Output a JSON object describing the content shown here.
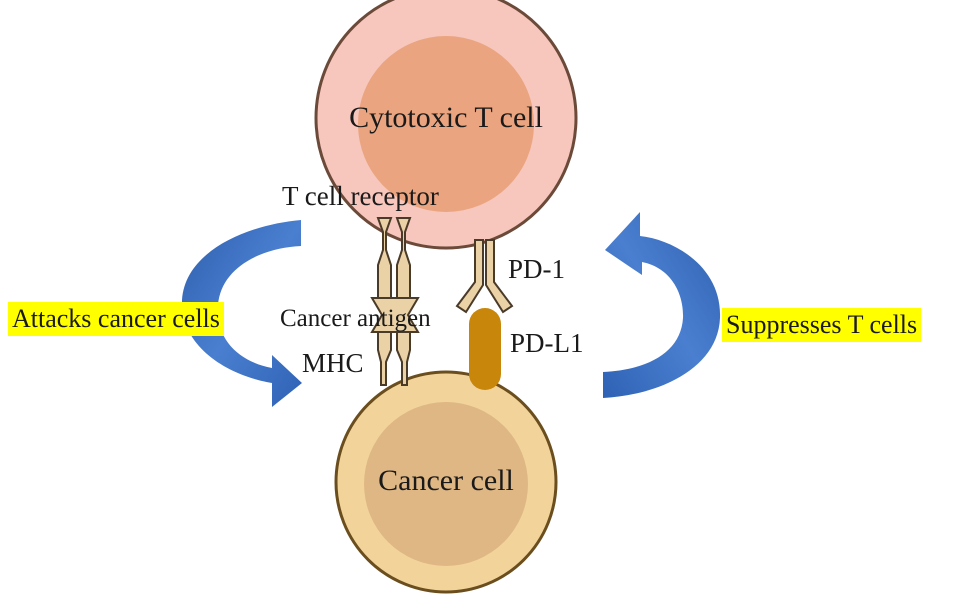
{
  "diagram": {
    "t_cell": {
      "label": "Cytotoxic T cell"
    },
    "cancer_cell": {
      "label": "Cancer cell"
    },
    "labels": {
      "t_cell_receptor": "T cell receptor",
      "cancer_antigen": "Cancer antigen",
      "mhc": "MHC",
      "pd1": "PD-1",
      "pdl1": "PD-L1"
    },
    "highlights": {
      "attacks": "Attacks cancer cells",
      "suppresses": "Suppresses T cells"
    },
    "colors": {
      "t_cell_outer": "#f7c6bc",
      "t_cell_inner": "#eaa47f",
      "t_cell_border": "#6b4a3a",
      "cancer_outer": "#f2d49b",
      "cancer_inner": "#dfb784",
      "cancer_border": "#6b4e1e",
      "receptor_fill": "#ead1a6",
      "receptor_stroke": "#4a3a28",
      "pdl1": "#c8860a",
      "arrow_blue": "#3a6ec0",
      "highlight": "#ffff00"
    }
  }
}
